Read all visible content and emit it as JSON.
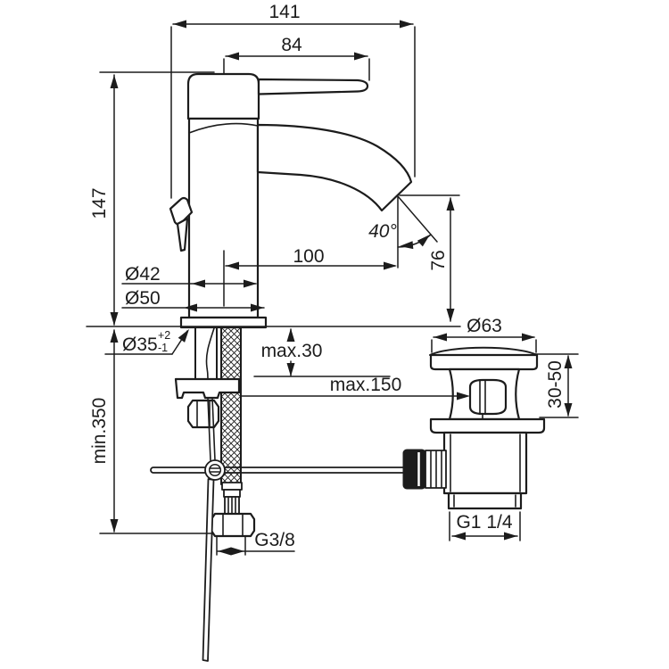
{
  "drawing": {
    "background": "#ffffff",
    "line_color": "#1c1c1c",
    "dimensions": {
      "overall_projection": "141",
      "handle_length": "84",
      "body_height": "147",
      "spout_projection": "100",
      "outlet_angle": "40°",
      "outlet_height": "76",
      "body_diameter": "Ø42",
      "base_diameter": "Ø50",
      "mounting_hole_diameter": "Ø35",
      "mounting_hole_tol_upper": "+2",
      "mounting_hole_tol_lower": "-1",
      "max_deck_thickness": "max.30",
      "max_rod_offset": "max.150",
      "min_clearance_below": "min.350",
      "waste_flange_diameter": "Ø63",
      "waste_deck_range": "30-50",
      "supply_connection": "G3/8",
      "waste_connection": "G1 1/4"
    }
  }
}
